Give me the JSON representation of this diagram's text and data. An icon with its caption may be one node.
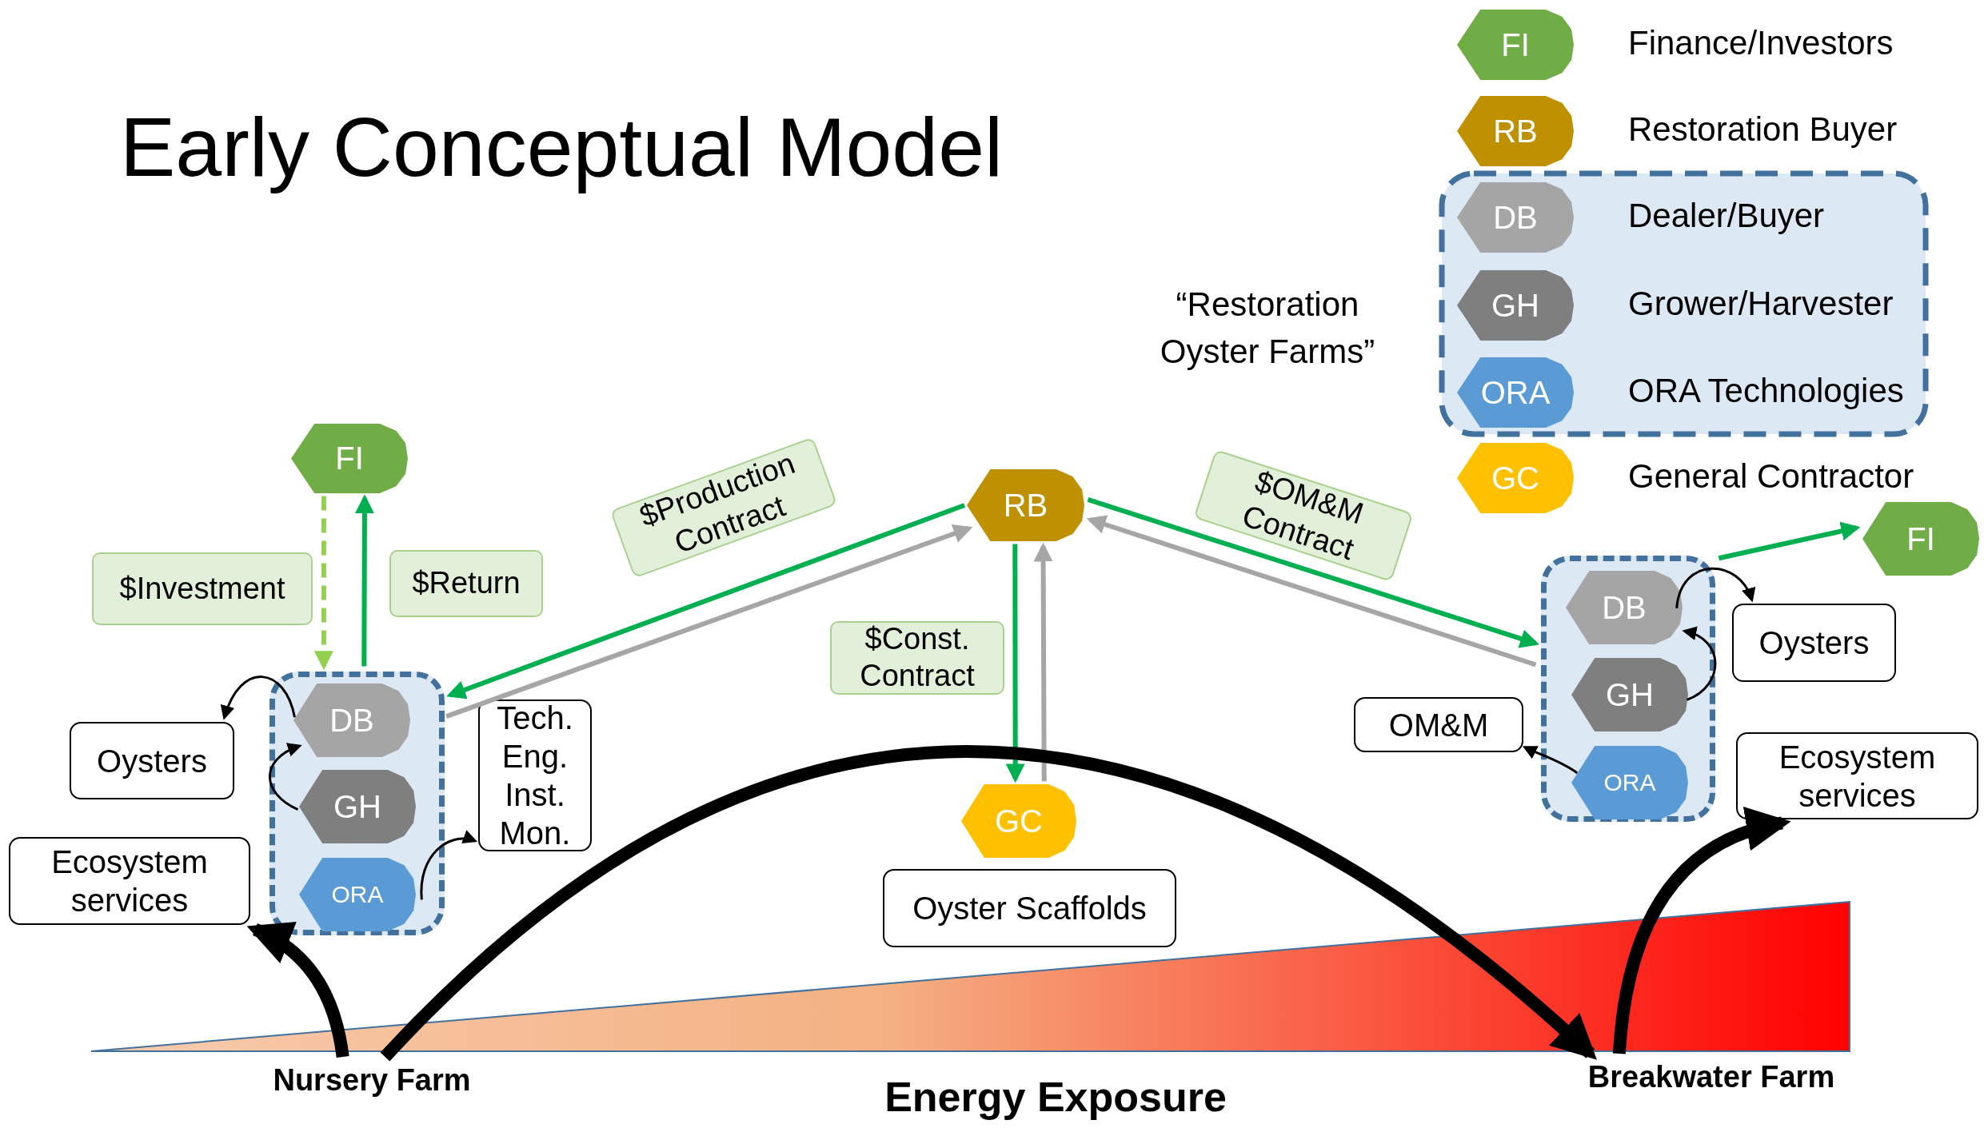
{
  "diagram": {
    "title": "Early Conceptual Model",
    "nodes": [
      {
        "text": [
          "FI"
        ]
      },
      {
        "text": [],
        "shape": "box"
      },
      {
        "text": [
          "DB"
        ],
        "in": 1
      },
      {
        "text": [
          "GH"
        ],
        "in": 1
      },
      {
        "text": [
          "ORA"
        ],
        "in": 1
      },
      {
        "text": [
          "Oysters"
        ]
      },
      {
        "text": [
          "Ecosystem services"
        ]
      },
      {
        "text": [
          "Tech. Eng. Inst. Mon."
        ]
      },
      {
        "text": [
          "RB"
        ]
      },
      {
        "text": [
          "GC"
        ]
      },
      {
        "text": [
          "Oyster Scaffolds"
        ]
      },
      {
        "text": [],
        "shape": "box"
      },
      {
        "text": [
          "DB"
        ],
        "in": 11
      },
      {
        "text": [
          "GH"
        ],
        "in": 11
      },
      {
        "text": [
          "ORA"
        ],
        "in": 11
      },
      {
        "text": [
          "FI"
        ]
      },
      {
        "text": [
          "Oysters"
        ]
      },
      {
        "text": [
          "OM&M"
        ]
      },
      {
        "text": [
          "Ecosystem services"
        ]
      },
      {
        "text": [
          "Nursery Farm"
        ]
      },
      {
        "text": [
          "Breakwater Farm"
        ]
      }
    ],
    "edges": [
      {
        "from": 0,
        "to": 1,
        "arrow": "to",
        "label": "$Investment",
        "style": "dashed",
        "color": "#92d050"
      },
      {
        "from": 1,
        "to": 0,
        "arrow": "to",
        "label": "$Return",
        "color": "#00b050"
      },
      {
        "from": 8,
        "to": 1,
        "arrow": "to",
        "label": "$Production Contract",
        "color": "#00b050"
      },
      {
        "from": 1,
        "to": 8,
        "arrow": "to",
        "color": "#a6a6a6"
      },
      {
        "from": 8,
        "to": 9,
        "arrow": "to",
        "label": "$Const. Contract",
        "color": "#00b050"
      },
      {
        "from": 9,
        "to": 8,
        "arrow": "to",
        "color": "#a6a6a6"
      },
      {
        "from": 8,
        "to": 11,
        "arrow": "to",
        "label": "$OM&M Contract",
        "color": "#00b050"
      },
      {
        "from": 11,
        "to": 8,
        "arrow": "to",
        "color": "#a6a6a6"
      },
      {
        "from": 11,
        "to": 15,
        "arrow": "to",
        "color": "#00b050"
      },
      {
        "from": 2,
        "to": 5,
        "arrow": "to"
      },
      {
        "from": 3,
        "to": 2,
        "arrow": "to"
      },
      {
        "from": 4,
        "to": 7,
        "arrow": "to"
      },
      {
        "from": 12,
        "to": 16,
        "arrow": "to"
      },
      {
        "from": 13,
        "to": 12,
        "arrow": "to"
      },
      {
        "from": 14,
        "to": 17,
        "arrow": "to"
      },
      {
        "from": 19,
        "to": 6,
        "arrow": "to",
        "style": "thick"
      },
      {
        "from": 19,
        "to": 20,
        "arrow": "to",
        "style": "thick"
      },
      {
        "from": 20,
        "to": 18,
        "arrow": "to",
        "style": "thick"
      }
    ],
    "labels": [
      "FI",
      "RB",
      "DB",
      "GH",
      "ORA",
      "GC",
      "“Restoration Oyster Farms”",
      "Energy Exposure"
    ],
    "legend": [
      {
        "text": "Finance/Investors",
        "color": "#70ad47"
      },
      {
        "text": "Restoration Buyer",
        "color": "#bf9000"
      },
      {
        "text": "Dealer/Buyer",
        "color": "#a5a5a5"
      },
      {
        "text": "Grower/Harvester",
        "color": "#7f7f7f"
      },
      {
        "text": "ORA Technologies",
        "color": "#5b9bd5"
      },
      {
        "text": "General Contractor",
        "color": "#ffc000"
      }
    ]
  }
}
